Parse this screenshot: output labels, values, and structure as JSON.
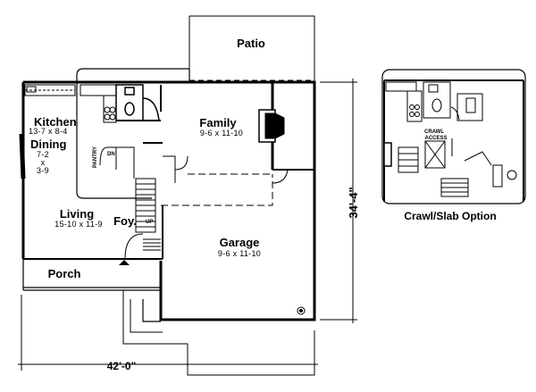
{
  "plan": {
    "rooms": {
      "patio": "Patio",
      "kitchen": {
        "name": "Kitchen",
        "size": "13-7 x 8-4"
      },
      "dining": {
        "name": "Dining",
        "size_lines": [
          "7-2",
          "x",
          "3-9"
        ]
      },
      "family": {
        "name": "Family",
        "size": "9-6 x 11-10"
      },
      "living": {
        "name": "Living",
        "size": "15-10 x 11-9"
      },
      "foyer": "Foy.",
      "garage": {
        "name": "Garage",
        "size": "9-6 x 11-10"
      },
      "porch": "Porch"
    },
    "small_labels": {
      "pantry": "PANTRY",
      "down": "DN",
      "up": "UP"
    },
    "dimensions": {
      "width": "42'-0\"",
      "depth": "34'-4\""
    },
    "option": {
      "caption": "Crawl/Slab Option",
      "crawl_access": [
        "CRAWL",
        "ACCESS"
      ]
    }
  }
}
